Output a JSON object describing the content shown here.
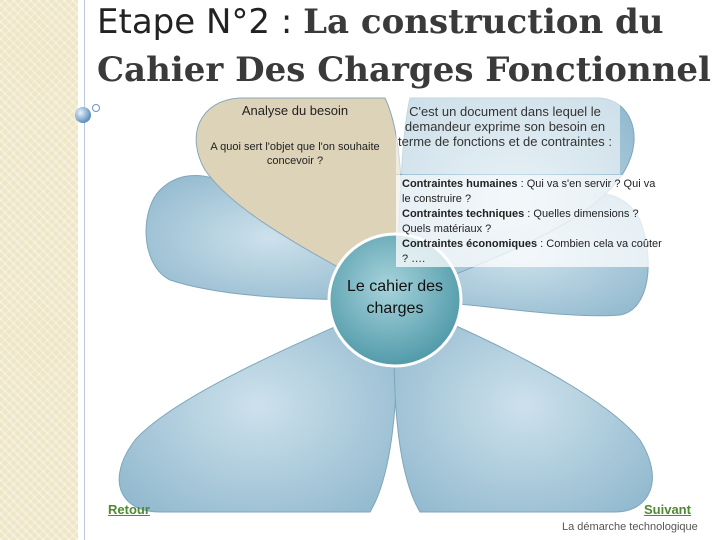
{
  "slide": {
    "title_plain": "Etape N°2 : ",
    "title_bold_line1": "La construction du",
    "title_line2": "Cahier Des Charges Fonctionnel"
  },
  "petal": {
    "title": "Analyse du besoin",
    "question": "A quoi sert l'objet que l'on souhaite concevoir ?"
  },
  "definition": "C'est un document dans lequel le demandeur exprime son besoin en terme de fonctions  et de contraintes :",
  "constraints": [
    {
      "label": "Contraintes humaines",
      "text": " : Qui va s'en servir ? Qui va le construire ?"
    },
    {
      "label": "Contraintes techniques",
      "text": " : Quelles dimensions ? Quels matériaux ?"
    },
    {
      "label": "Contraintes économiques",
      "text": " :  Combien cela va coûter ? …."
    }
  ],
  "center": "Le cahier des charges",
  "nav": {
    "back": "Retour",
    "next": "Suivant"
  },
  "footer": "La démarche  technologique",
  "colors": {
    "petal_blue": "#a9c9dc",
    "petal_tan": "#ddd3b8",
    "center_teal": "#5fa7b5",
    "link_green": "#4e8a2f"
  }
}
